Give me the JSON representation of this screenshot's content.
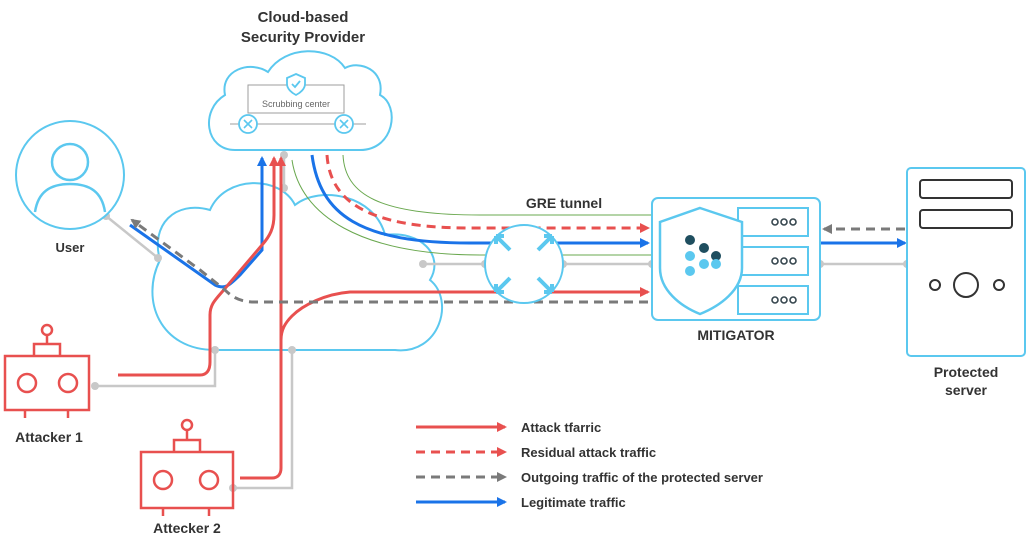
{
  "provider": {
    "title_line1": "Cloud-based",
    "title_line2": "Security Provider",
    "scrubbing_label": "Scrubbing center"
  },
  "user": {
    "label": "User"
  },
  "attacker1": {
    "label": "Attacker 1"
  },
  "attacker2": {
    "label": "Attecker 2"
  },
  "tunnel": {
    "label": "GRE tunnel"
  },
  "mitigator": {
    "label": "MITIGATOR"
  },
  "server": {
    "label_line1": "Protected",
    "label_line2": "server"
  },
  "legend": {
    "items": [
      {
        "label": "Attack tfarric",
        "color": "#e8504f",
        "style": "solid"
      },
      {
        "label": "Residual attack traffic",
        "color": "#e8504f",
        "style": "dashed"
      },
      {
        "label": "Outgoing traffic of the protected server",
        "color": "#7a7a7a",
        "style": "dashed"
      },
      {
        "label": "Legitimate traffic",
        "color": "#1a73e8",
        "style": "solid"
      }
    ]
  },
  "colors": {
    "attack": "#e8504f",
    "legit": "#1a73e8",
    "outgoing": "#7a7a7a",
    "link": "#bdbdbd",
    "node": "#5bc8ef",
    "tunnel": "#6aa84f"
  }
}
